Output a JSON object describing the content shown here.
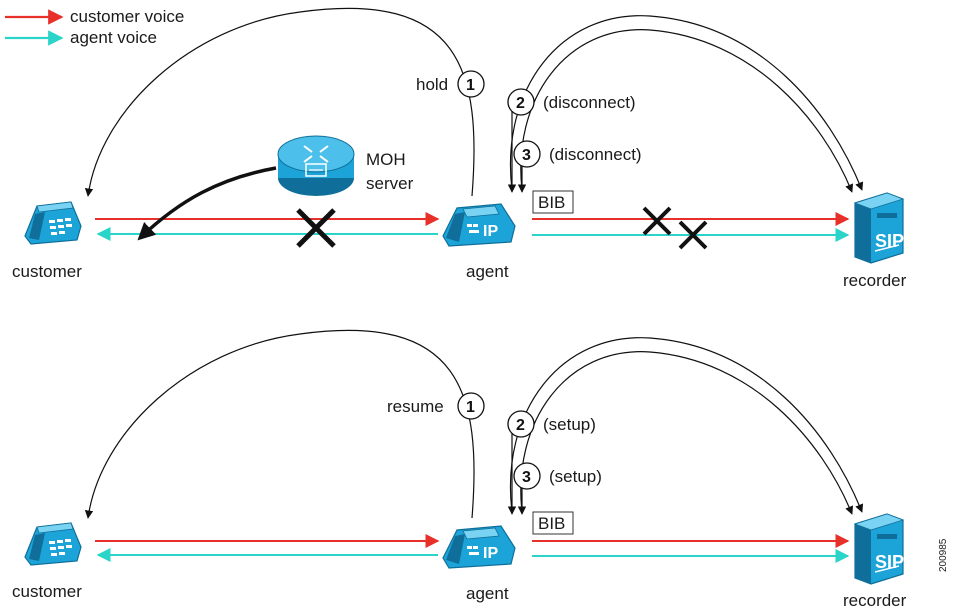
{
  "legend": {
    "customer_voice": "customer voice",
    "agent_voice": "agent voice"
  },
  "colors": {
    "customer_voice": "#e8302b",
    "agent_voice": "#2ad4c8",
    "device_fill": "#1ca3d8",
    "device_dark": "#0f6f9a"
  },
  "top": {
    "customer_label": "customer",
    "agent_label": "agent",
    "recorder_label": "recorder",
    "moh_line1": "MOH",
    "moh_line2": "server",
    "bib_label": "BIB",
    "step1_num": "1",
    "step1_text": "hold",
    "step2_num": "2",
    "step2_text": "(disconnect)",
    "step3_num": "3",
    "step3_text": "(disconnect)"
  },
  "bottom": {
    "customer_label": "customer",
    "agent_label": "agent",
    "recorder_label": "recorder",
    "bib_label": "BIB",
    "step1_num": "1",
    "step1_text": "resume",
    "step2_num": "2",
    "step2_text": "(setup)",
    "step3_num": "3",
    "step3_text": "(setup)"
  },
  "figure_id": "200985"
}
